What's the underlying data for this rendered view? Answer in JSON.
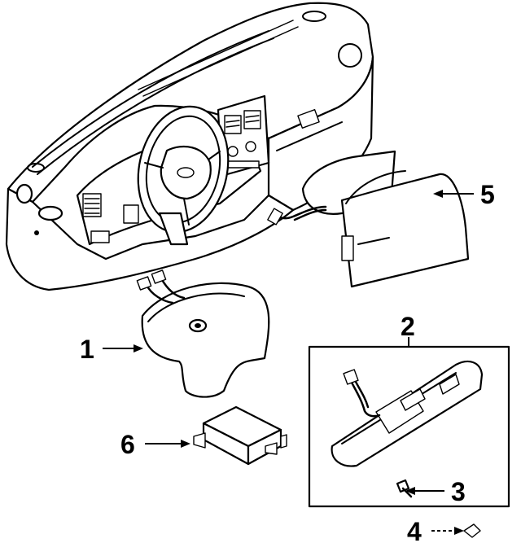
{
  "diagram": {
    "callouts": [
      {
        "id": "1",
        "label": "1",
        "part": "driver-airbag-module"
      },
      {
        "id": "2",
        "label": "2",
        "part": "knee-bolster-assembly"
      },
      {
        "id": "3",
        "label": "3",
        "part": "screw"
      },
      {
        "id": "4",
        "label": "4",
        "part": "clip"
      },
      {
        "id": "5",
        "label": "5",
        "part": "passenger-airbag-module"
      },
      {
        "id": "6",
        "label": "6",
        "part": "diagnostic-module"
      }
    ]
  },
  "colors": {
    "ink": "#000000",
    "paper": "#ffffff"
  }
}
